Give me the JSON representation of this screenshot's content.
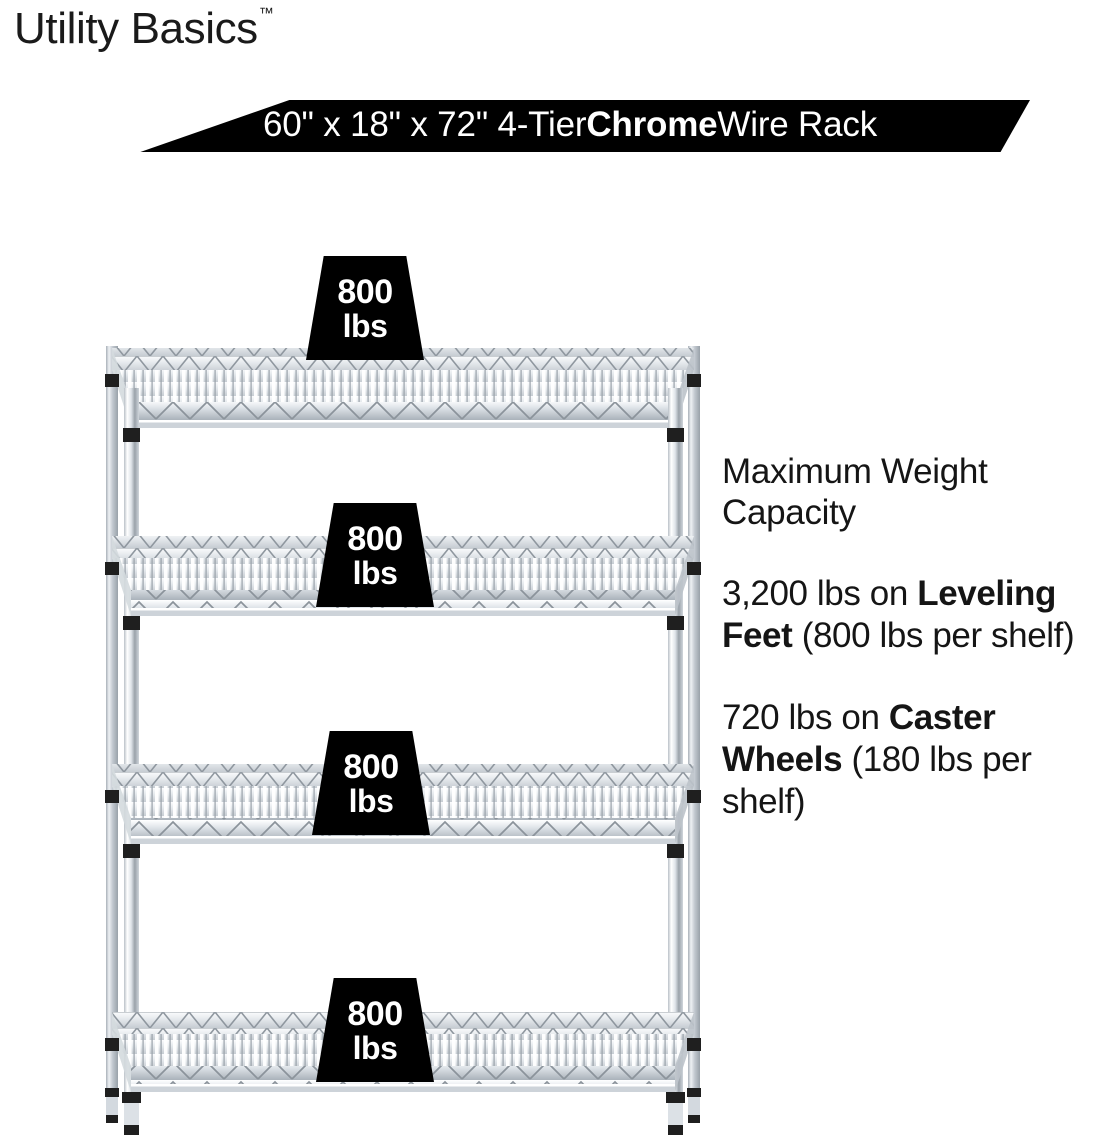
{
  "brand": {
    "name": "Utility Basics",
    "trademark": "™"
  },
  "banner": {
    "text_plain": "60\" x 18\" x 72\" 4-Tier Chrome Wire Rack",
    "before": "60\" x 18\" x 72\" 4-Tier ",
    "bold": "Chrome",
    "after": " Wire Rack",
    "background": "#000000",
    "text_color": "#ffffff"
  },
  "product": {
    "name": "4-Tier Chrome Wire Rack",
    "width": "60\"",
    "depth": "18\"",
    "height": "72\"",
    "tiers": "4-Tier",
    "finish": "Chrome"
  },
  "shelf_tags": [
    {
      "value": "800",
      "unit": "lbs"
    },
    {
      "value": "800",
      "unit": "lbs"
    },
    {
      "value": "800",
      "unit": "lbs"
    },
    {
      "value": "800",
      "unit": "lbs"
    }
  ],
  "info": {
    "heading": "Maximum Weight Capacity",
    "items": [
      {
        "before": "3,200 lbs on ",
        "bold": "Leveling Feet",
        "after": " (800 lbs per shelf)",
        "total": "3,200 lbs",
        "per_shelf": "800 lbs"
      },
      {
        "before": "720 lbs on ",
        "bold": "Caster Wheels",
        "after": " (180 lbs per shelf)",
        "total": "720 lbs",
        "per_shelf": "180 lbs"
      }
    ]
  },
  "colors": {
    "background": "#ffffff",
    "text": "#151515",
    "banner_bg": "#000000",
    "chrome_light": "#f2f4f6",
    "chrome_mid": "#c7ccd2",
    "chrome_dark": "#8d959d",
    "foot_black": "#1c1c1c"
  }
}
